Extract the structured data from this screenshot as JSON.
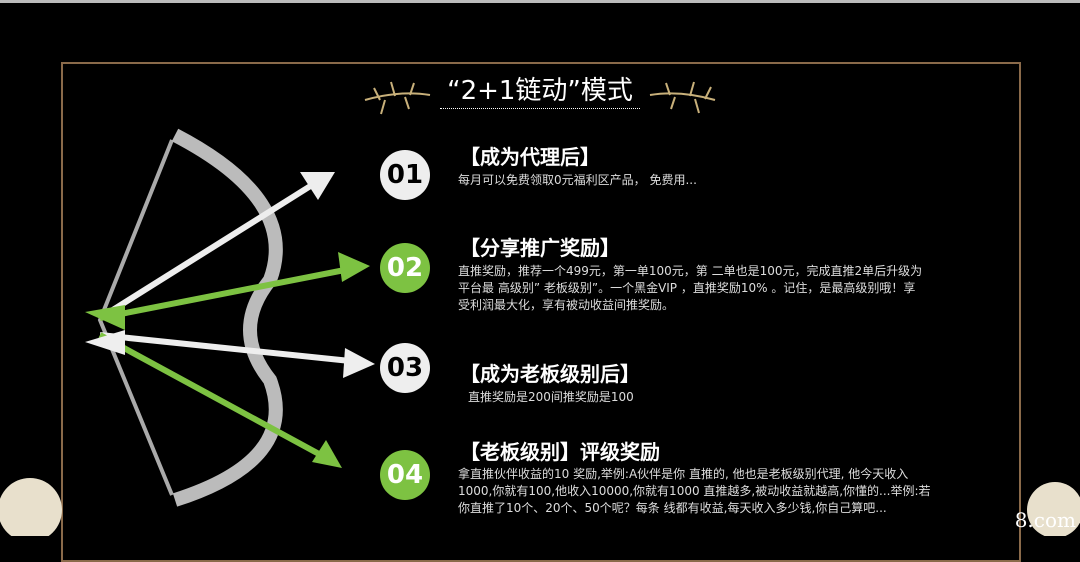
{
  "title": "“2+1链动”模式",
  "colors": {
    "accent": "#7dc242",
    "frame": "#8a6a4a"
  },
  "items": [
    {
      "num": "01",
      "heading": "【成为代理后】",
      "text": "每月可以免费领取0元福利区产品， 免费用..."
    },
    {
      "num": "02",
      "heading": "【分享推广奖励】",
      "text": "直推奖励，推荐一个499元，第一单100元，第 二单也是100元，完成直推2单后升级为平台最 高级别” 老板级别”。一个黑金VIP ，直推奖励10% 。记住，是最高级别哦！享受利润最大化，享有被动收益间推奖励。"
    },
    {
      "num": "03",
      "heading": "【成为老板级别后】",
      "text": "直推奖励是200间推奖励是100"
    },
    {
      "num": "04",
      "heading": "【老板级别】评级奖励",
      "text": "拿直推伙伴收益的10 奖励,举例:A伙伴是你 直推的, 他也是老板级别代理, 他今天收入 1000,你就有100,他收入10000,你就有1000 直推越多,被动收益就越高,你懂的...举例:若你直推了10个、20个、50个呢？每条 线都有收益,每天收入多少钱,你自己算吧..."
    }
  ],
  "watermark": "8.com"
}
